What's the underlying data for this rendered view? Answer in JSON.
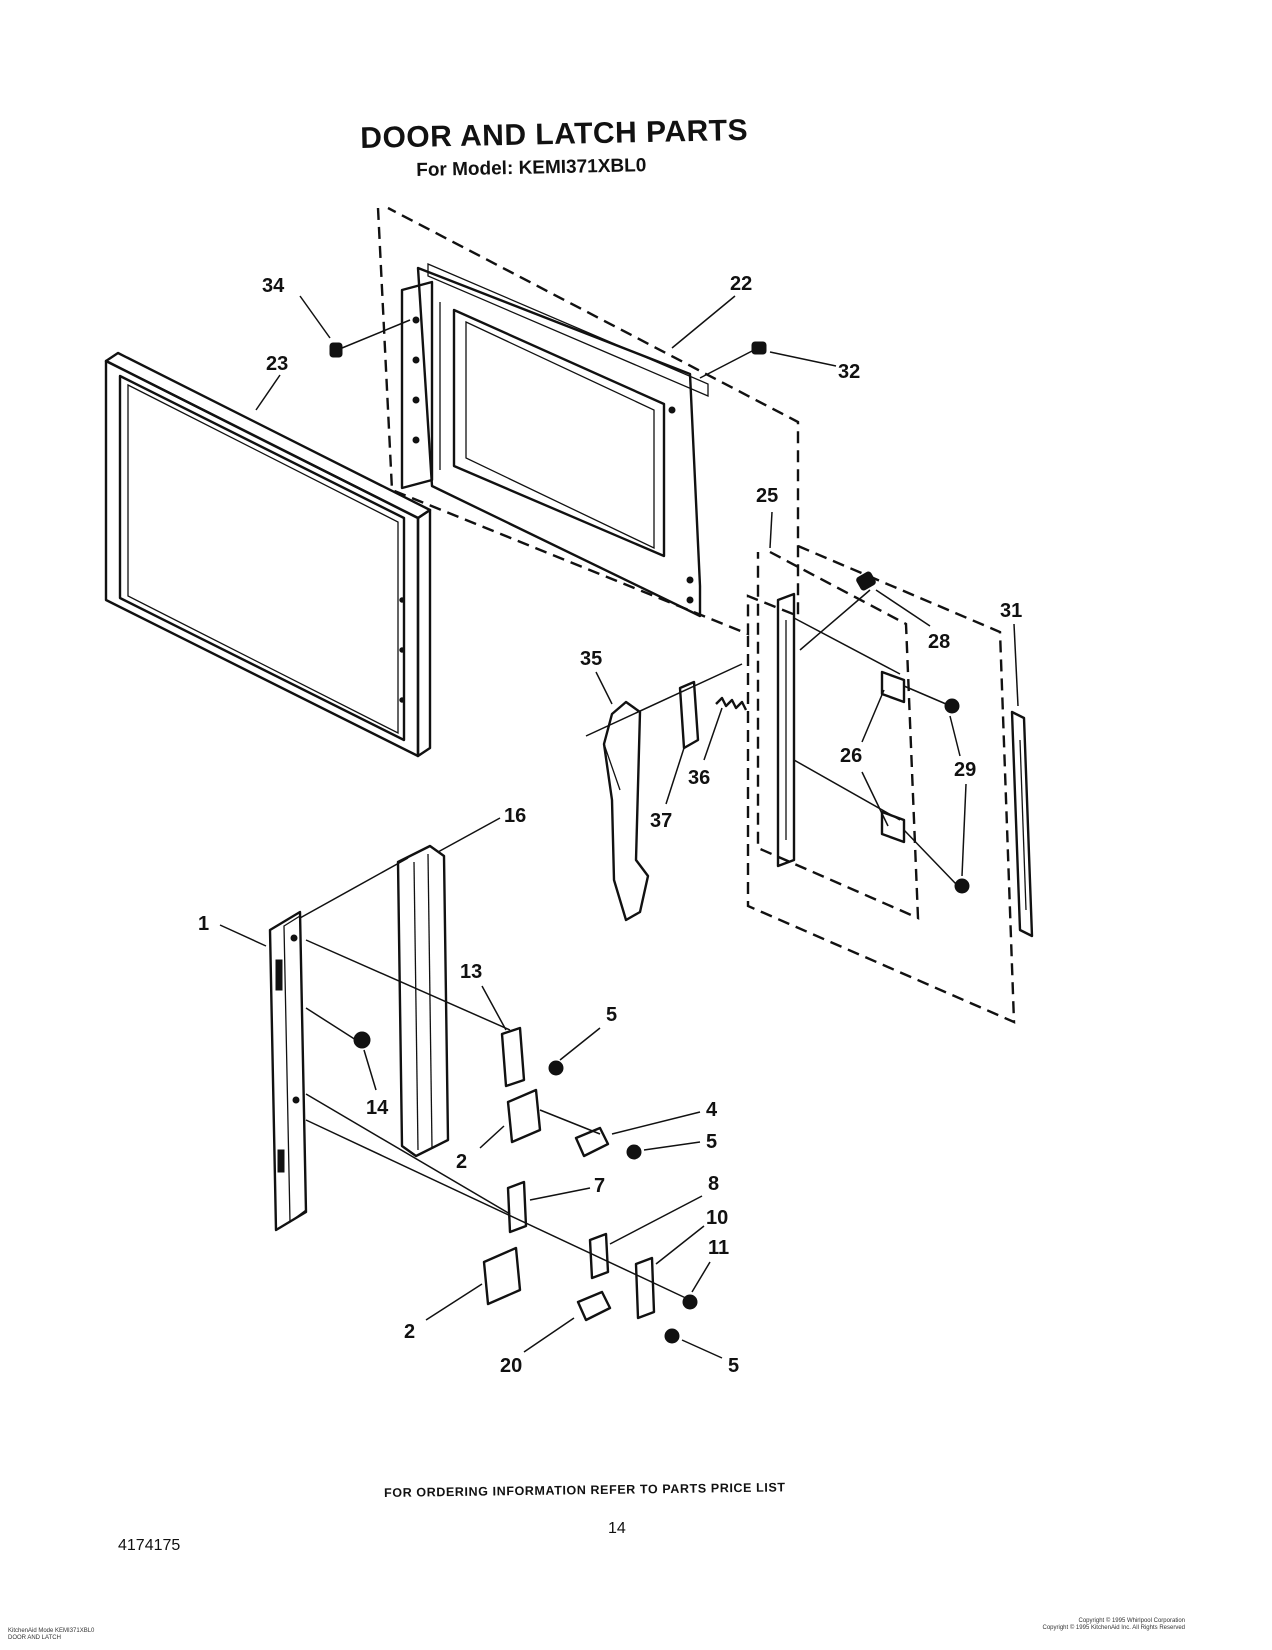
{
  "title": "DOOR AND LATCH PARTS",
  "subtitle": "For Model: KEMI371XBL0",
  "ordering_note": "FOR ORDERING INFORMATION REFER TO PARTS PRICE LIST",
  "page_number": "14",
  "document_number": "4174175",
  "footer_left": [
    "KitchenAid Mode KEMI371XBL0",
    "DOOR AND LATCH"
  ],
  "footer_right": [
    "Copyright © 1995 Whirlpool Corporation",
    "Copyright © 1995 KitchenAid Inc. All Rights Reserved"
  ],
  "callouts": {
    "p34": "34",
    "p23": "23",
    "p22": "22",
    "p32": "32",
    "p25": "25",
    "p28": "28",
    "p31": "31",
    "p35": "35",
    "p26": "26",
    "p29": "29",
    "p36": "36",
    "p37": "37",
    "p16": "16",
    "p1": "1",
    "p13": "13",
    "p5a": "5",
    "p14": "14",
    "p4": "4",
    "p5b": "5",
    "p2a": "2",
    "p7": "7",
    "p8": "8",
    "p10": "10",
    "p11": "11",
    "p2b": "2",
    "p20": "20",
    "p5c": "5"
  }
}
